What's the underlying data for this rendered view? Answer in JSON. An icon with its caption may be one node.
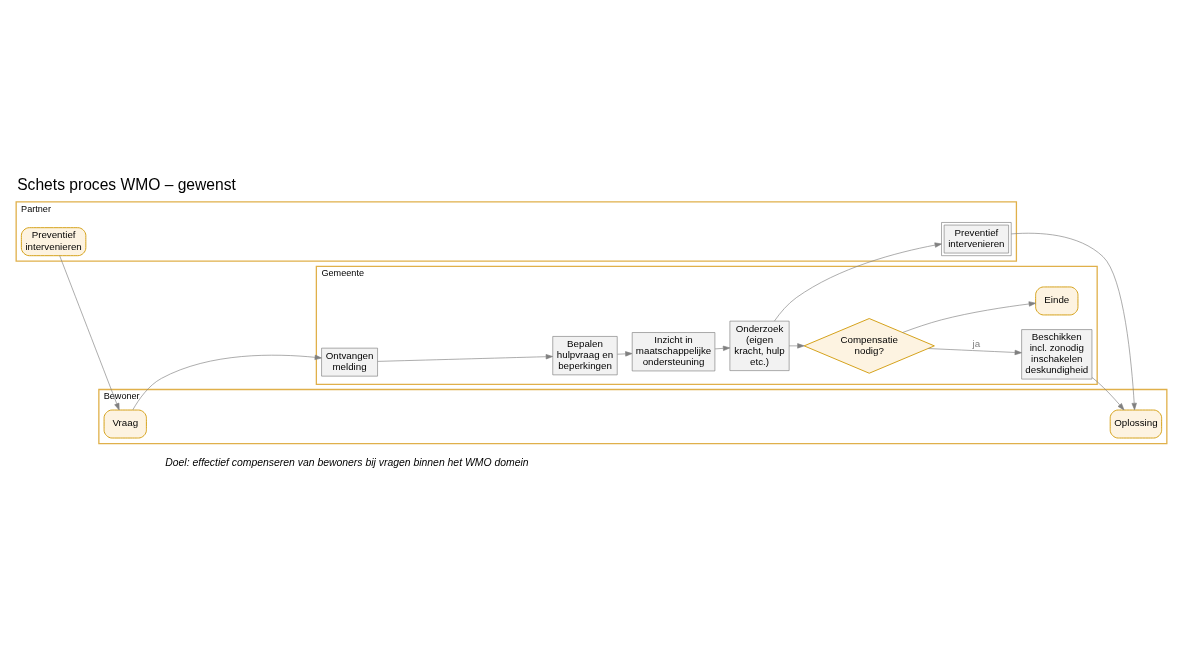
{
  "diagram": {
    "title": "Schets proces WMO – gewenst",
    "nodes": [
      {
        "text": [
          "Bewoner"
        ]
      },
      {
        "text": [
          "Partner"
        ]
      },
      {
        "text": [
          "Gemeente"
        ]
      },
      {
        "text": [
          "Vraag"
        ],
        "in": 0
      },
      {
        "text": [
          "Oplossing"
        ],
        "in": 0
      },
      {
        "text": [
          "Preventief intervenieren"
        ],
        "in": 1
      },
      {
        "text": [
          "Preventief intervenieren"
        ],
        "in": 1
      },
      {
        "text": [
          "Ontvangen melding"
        ],
        "in": 2
      },
      {
        "text": [
          "Bepalen hulpvraag en beperkingen"
        ],
        "in": 2
      },
      {
        "text": [
          "Inzicht in maatschappelijke ondersteuning"
        ],
        "in": 2
      },
      {
        "text": [
          "Onderzoek (eigen kracht, hulp etc.)"
        ],
        "in": 2
      },
      {
        "text": [
          "Compensatie nodig?"
        ],
        "in": 2
      },
      {
        "text": [
          "Beschikken incl. zonodig inschakelen deskundigheid"
        ],
        "in": 2
      },
      {
        "text": [
          "Einde"
        ],
        "in": 2
      }
    ],
    "edges": [
      {
        "from": 5,
        "to": 3,
        "arrow": "to"
      },
      {
        "from": 3,
        "to": 7,
        "arrow": "to"
      },
      {
        "from": 7,
        "to": 8,
        "arrow": "to"
      },
      {
        "from": 8,
        "to": 9,
        "arrow": "to"
      },
      {
        "from": 9,
        "to": 10,
        "arrow": "to"
      },
      {
        "from": 10,
        "to": 6,
        "arrow": "to"
      },
      {
        "from": 6,
        "to": 4,
        "arrow": "to"
      },
      {
        "from": 10,
        "to": 11,
        "arrow": "to"
      },
      {
        "from": 11,
        "to": 12,
        "arrow": "to",
        "label": "ja"
      },
      {
        "from": 11,
        "to": 13,
        "arrow": "to"
      },
      {
        "from": 12,
        "to": 4,
        "arrow": "to"
      }
    ],
    "labels": [
      "Doel: effectief compenseren van bewoners bij vragen binnen het WMO domein"
    ]
  }
}
